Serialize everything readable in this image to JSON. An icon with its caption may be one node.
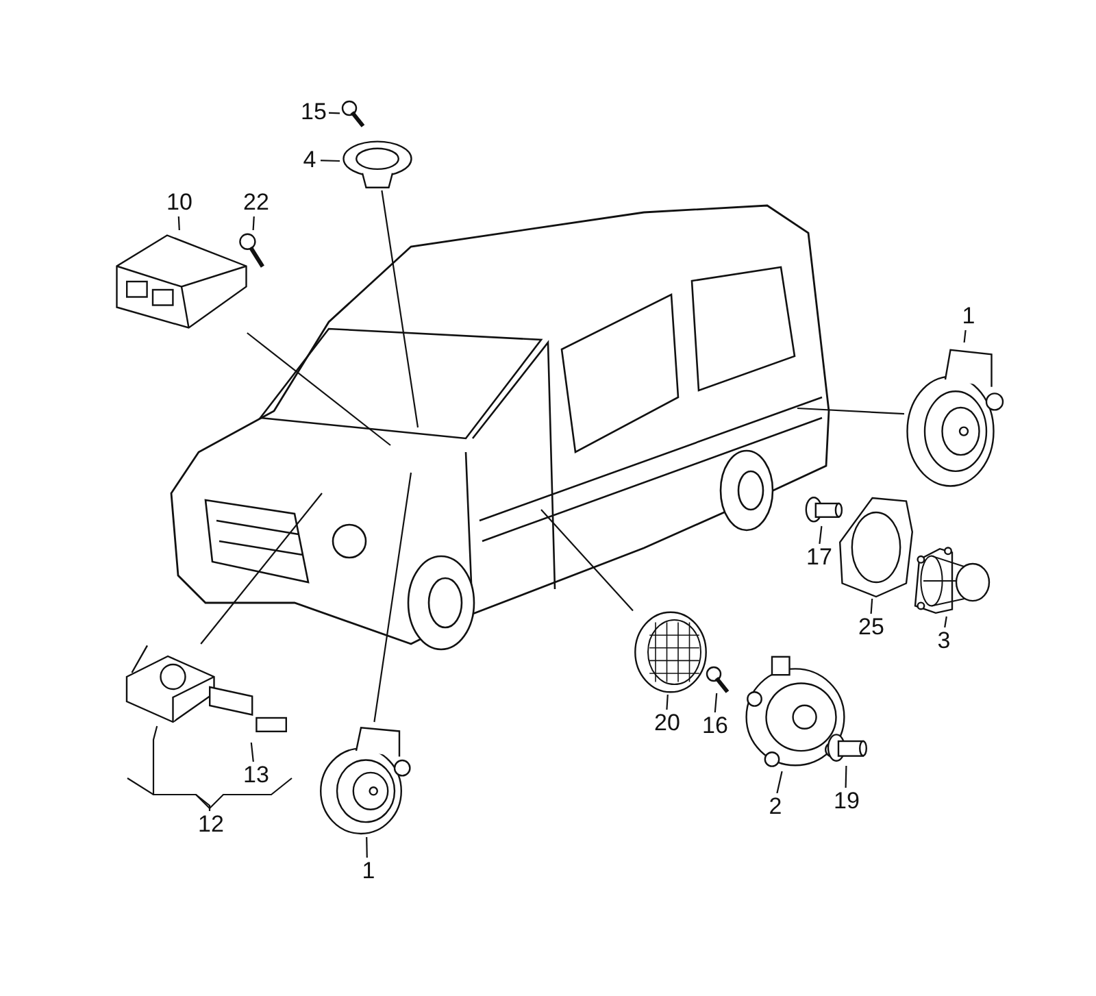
{
  "diagram": {
    "nodes": [
      {
        "text": [
          "15"
        ]
      },
      {
        "text": [],
        "shape": "picture"
      },
      {
        "text": [
          "4"
        ]
      },
      {
        "text": [],
        "shape": "picture"
      },
      {
        "text": [
          "10"
        ]
      },
      {
        "text": [
          "22"
        ]
      },
      {
        "text": [],
        "shape": "picture"
      },
      {
        "text": [],
        "shape": "picture"
      },
      {
        "text": [
          "1"
        ]
      },
      {
        "text": [],
        "shape": "picture"
      },
      {
        "text": [],
        "shape": "picture"
      },
      {
        "text": [],
        "shape": "picture"
      },
      {
        "text": [],
        "shape": "picture"
      },
      {
        "text": [
          "17"
        ]
      },
      {
        "text": [
          "25"
        ]
      },
      {
        "text": [
          "3"
        ]
      },
      {
        "text": [],
        "shape": "picture"
      },
      {
        "text": [],
        "shape": "picture"
      },
      {
        "text": [],
        "shape": "picture"
      },
      {
        "text": [],
        "shape": "picture"
      },
      {
        "text": [],
        "shape": "picture"
      },
      {
        "text": [],
        "shape": "picture"
      },
      {
        "text": [
          "20"
        ]
      },
      {
        "text": [
          "16"
        ]
      },
      {
        "text": [],
        "shape": "picture"
      },
      {
        "text": [
          "13"
        ]
      },
      {
        "text": [
          "2"
        ]
      },
      {
        "text": [
          "19"
        ]
      },
      {
        "text": [
          "12"
        ]
      },
      {
        "text": [
          "1"
        ]
      }
    ],
    "edges": [
      {
        "from": 0,
        "to": 1,
        "arrow": "none"
      },
      {
        "from": 2,
        "to": 3,
        "arrow": "none"
      },
      {
        "from": 4,
        "to": 6,
        "arrow": "none"
      },
      {
        "from": 5,
        "to": 7,
        "arrow": "none"
      },
      {
        "from": 8,
        "to": 9,
        "arrow": "none"
      },
      {
        "from": 13,
        "to": 10,
        "arrow": "none"
      },
      {
        "from": 14,
        "to": 11,
        "arrow": "none"
      },
      {
        "from": 15,
        "to": 12,
        "arrow": "none"
      },
      {
        "from": 22,
        "to": 16,
        "arrow": "none"
      },
      {
        "from": 23,
        "to": 19,
        "arrow": "none"
      },
      {
        "from": 26,
        "to": 20,
        "arrow": "none"
      },
      {
        "from": 27,
        "to": 21,
        "arrow": "none"
      },
      {
        "from": 25,
        "to": 18,
        "arrow": "none"
      },
      {
        "from": 28,
        "to": 17,
        "arrow": "none"
      },
      {
        "from": 29,
        "to": 24,
        "arrow": "none"
      },
      {
        "from": 3,
        "to": null,
        "arrow": "none"
      },
      {
        "from": 6,
        "to": null,
        "arrow": "none"
      },
      {
        "from": 9,
        "to": null,
        "arrow": "none"
      },
      {
        "from": 16,
        "to": null,
        "arrow": "none"
      },
      {
        "from": 17,
        "to": null,
        "arrow": "none"
      },
      {
        "from": 24,
        "to": null,
        "arrow": "none"
      }
    ]
  }
}
